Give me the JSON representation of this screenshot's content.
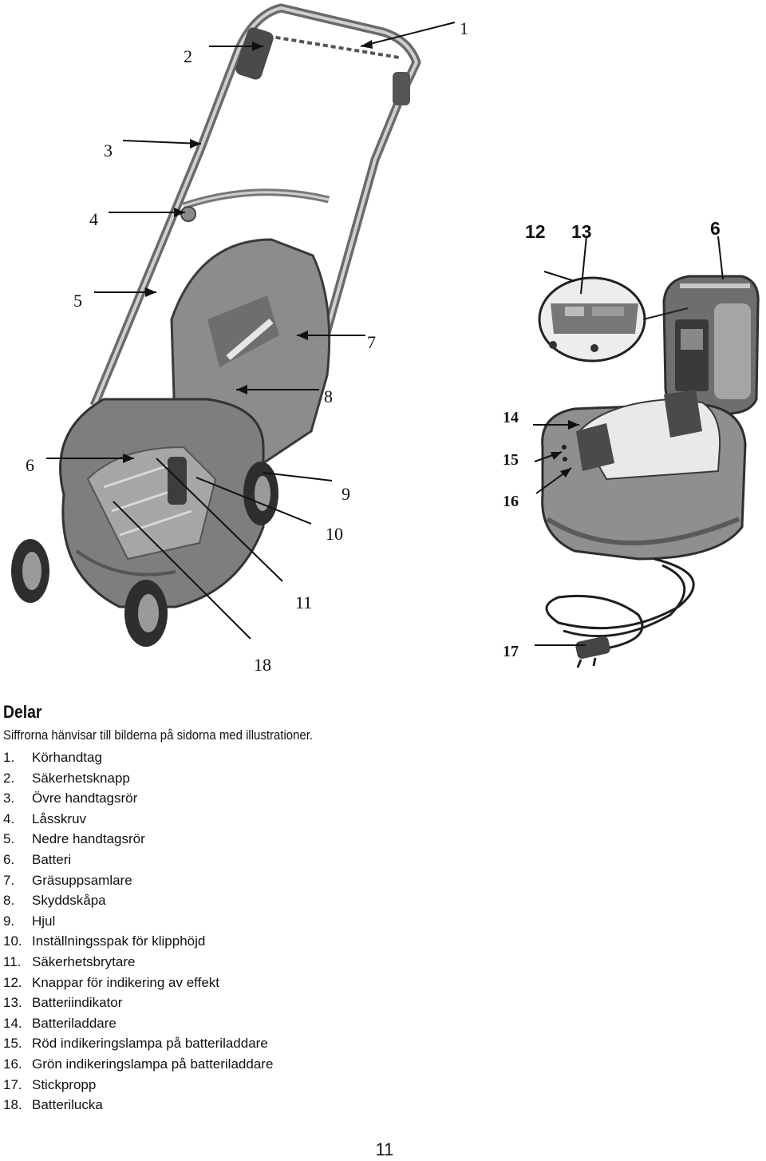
{
  "illustration": {
    "callouts": {
      "c1": "1",
      "c2": "2",
      "c3": "3",
      "c4": "4",
      "c5": "5",
      "c6a": "6",
      "c6b": "6",
      "c7": "7",
      "c8": "8",
      "c9": "9",
      "c10": "10",
      "c11": "11",
      "c12": "12",
      "c13": "13",
      "c14": "14",
      "c15": "15",
      "c16": "16",
      "c17": "17",
      "c18": "18"
    }
  },
  "section": {
    "title": "Delar",
    "intro": "Siffrorna hänvisar till bilderna på sidorna med illustrationer."
  },
  "parts": [
    {
      "num": "1.",
      "name": "Körhandtag"
    },
    {
      "num": "2.",
      "name": "Säkerhetsknapp"
    },
    {
      "num": "3.",
      "name": "Övre handtagsrör"
    },
    {
      "num": "4.",
      "name": "Låsskruv"
    },
    {
      "num": "5.",
      "name": "Nedre handtagsrör"
    },
    {
      "num": "6.",
      "name": "Batteri"
    },
    {
      "num": "7.",
      "name": "Gräsuppsamlare"
    },
    {
      "num": "8.",
      "name": "Skyddskåpa"
    },
    {
      "num": "9.",
      "name": "Hjul"
    },
    {
      "num": "10.",
      "name": "Inställningsspak för klipphöjd"
    },
    {
      "num": "11.",
      "name": "Säkerhetsbrytare"
    },
    {
      "num": "12.",
      "name": "Knappar för indikering av effekt"
    },
    {
      "num": "13.",
      "name": "Batteriindikator"
    },
    {
      "num": "14.",
      "name": "Batteriladdare"
    },
    {
      "num": "15.",
      "name": "Röd indikeringslampa på batteriladdare"
    },
    {
      "num": "16.",
      "name": "Grön indikeringslampa på batteriladdare"
    },
    {
      "num": "17.",
      "name": "Stickpropp"
    },
    {
      "num": "18.",
      "name": "Batterilucka"
    }
  ],
  "page": {
    "number": "11"
  }
}
